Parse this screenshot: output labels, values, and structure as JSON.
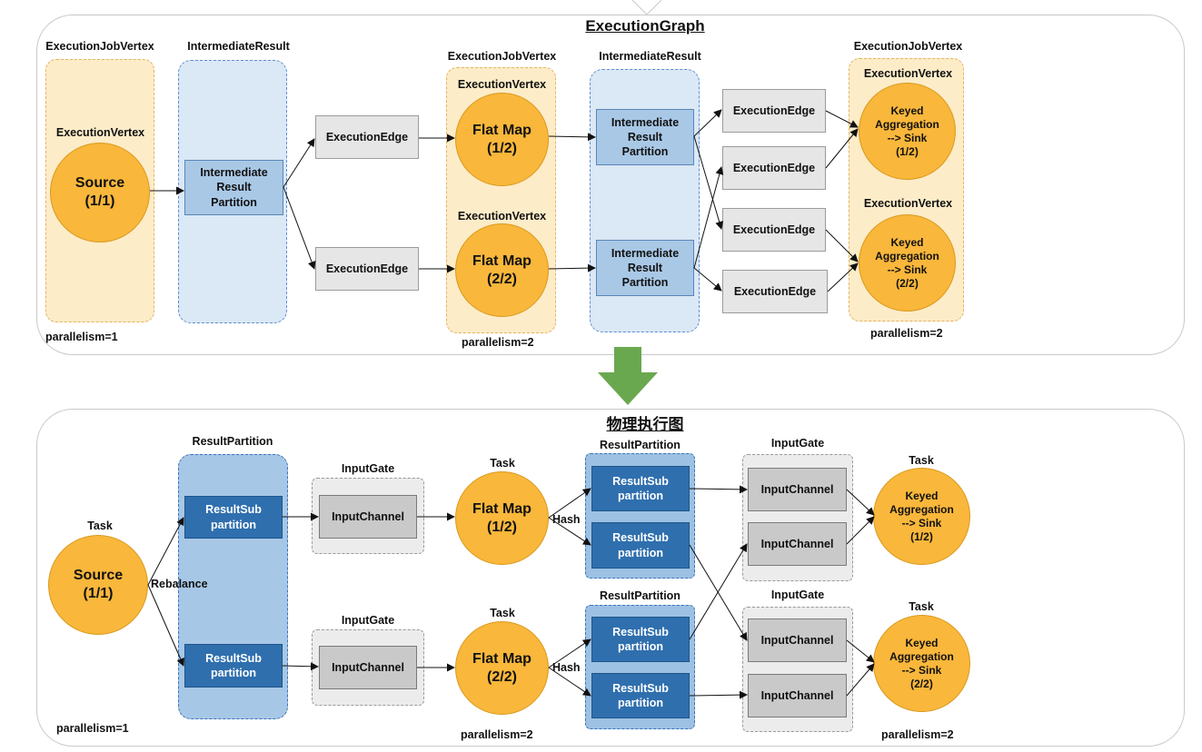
{
  "top": {
    "title": "ExecutionGraph",
    "labels": {
      "ejv": "ExecutionJobVertex",
      "ir": "IntermediateResult",
      "ev": "ExecutionVertex",
      "edge": "ExecutionEdge",
      "irp": "Intermediate\nResult\nPartition"
    },
    "source": "Source\n(1/1)",
    "flatmap1": "Flat Map\n(1/2)",
    "flatmap2": "Flat Map\n(2/2)",
    "keyed1": "Keyed\nAggregation\n--> Sink\n(1/2)",
    "keyed2": "Keyed\nAggregation\n--> Sink\n(2/2)",
    "par1": "parallelism=1",
    "par2": "parallelism=2",
    "par3": "parallelism=2"
  },
  "bottom": {
    "title": "物理执行图",
    "labels": {
      "task": "Task",
      "rp": "ResultPartition",
      "ig": "InputGate",
      "rsp": "ResultSub\npartition",
      "ich": "InputChannel",
      "rebalance": "Rebalance",
      "hash": "Hash"
    },
    "source": "Source\n(1/1)",
    "flatmap1": "Flat Map\n(1/2)",
    "flatmap2": "Flat Map\n(2/2)",
    "keyed1": "Keyed\nAggregation\n--> Sink\n(1/2)",
    "keyed2": "Keyed\nAggregation\n--> Sink\n(2/2)",
    "par1": "parallelism=1",
    "par2": "parallelism=2",
    "par3": "parallelism=2"
  },
  "colors": {
    "vertex": "#f9b73b",
    "vertex_group": "#fdecc8",
    "intermediate_group": "#dbe8f5",
    "result_subpartition": "#2f6fae",
    "arrow_down": "#6aa84f"
  }
}
